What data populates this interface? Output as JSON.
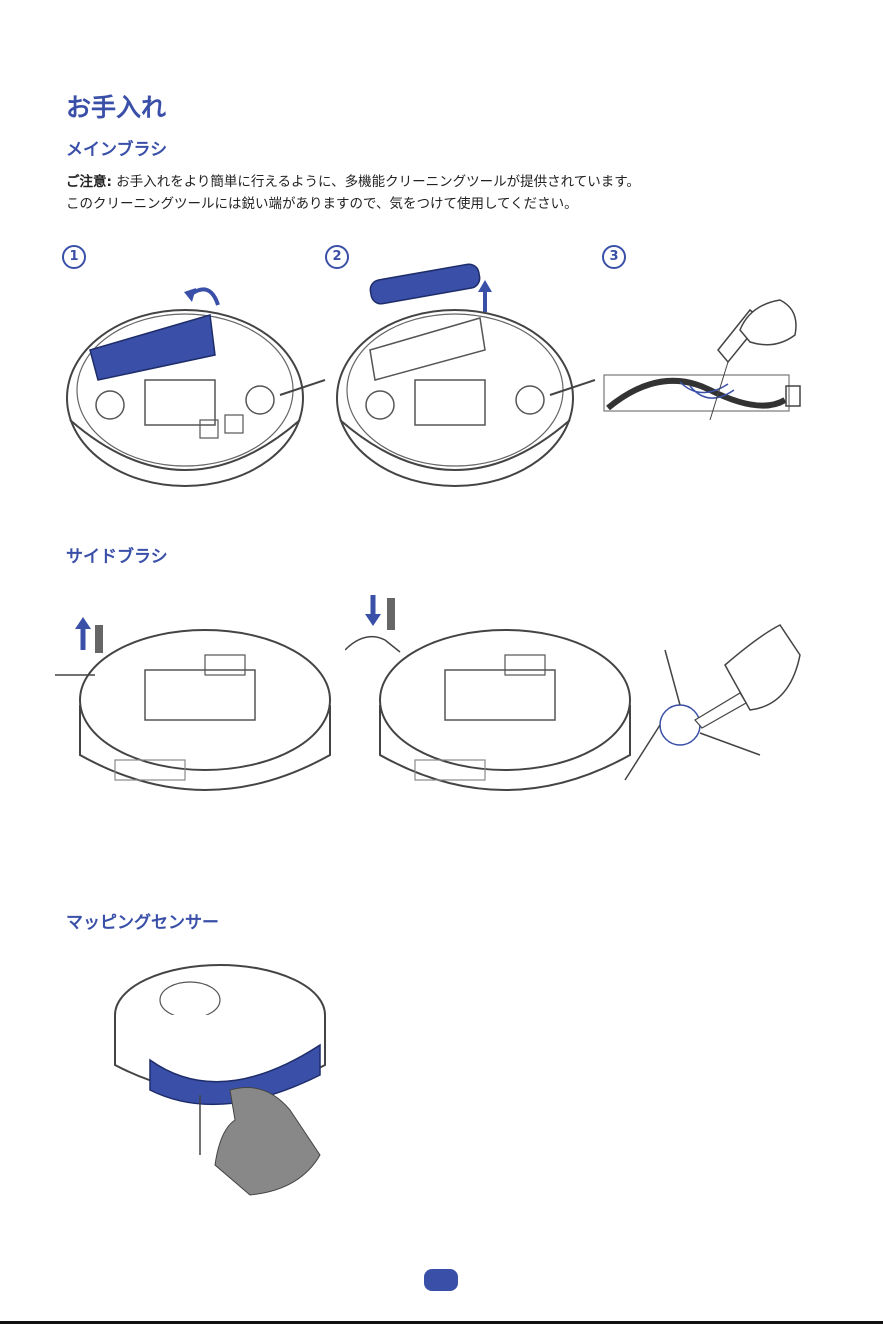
{
  "page": {
    "title": "お手入れ",
    "sections": {
      "main_brush": "メインブラシ",
      "side_brush": "サイドブラシ",
      "mapping_sensor": "マッピングセンサー"
    },
    "note": {
      "label": "ご注意:",
      "line1": " お手入れをより簡単に行えるように、多機能クリーニングツールが提供されています。",
      "line2": "このクリーニングツールには鋭い端がありますので、気をつけて使用してください。"
    },
    "steps": [
      "1",
      "2",
      "3"
    ]
  },
  "colors": {
    "accent": "#3a50a8",
    "text": "#222222",
    "line": "#444444"
  }
}
